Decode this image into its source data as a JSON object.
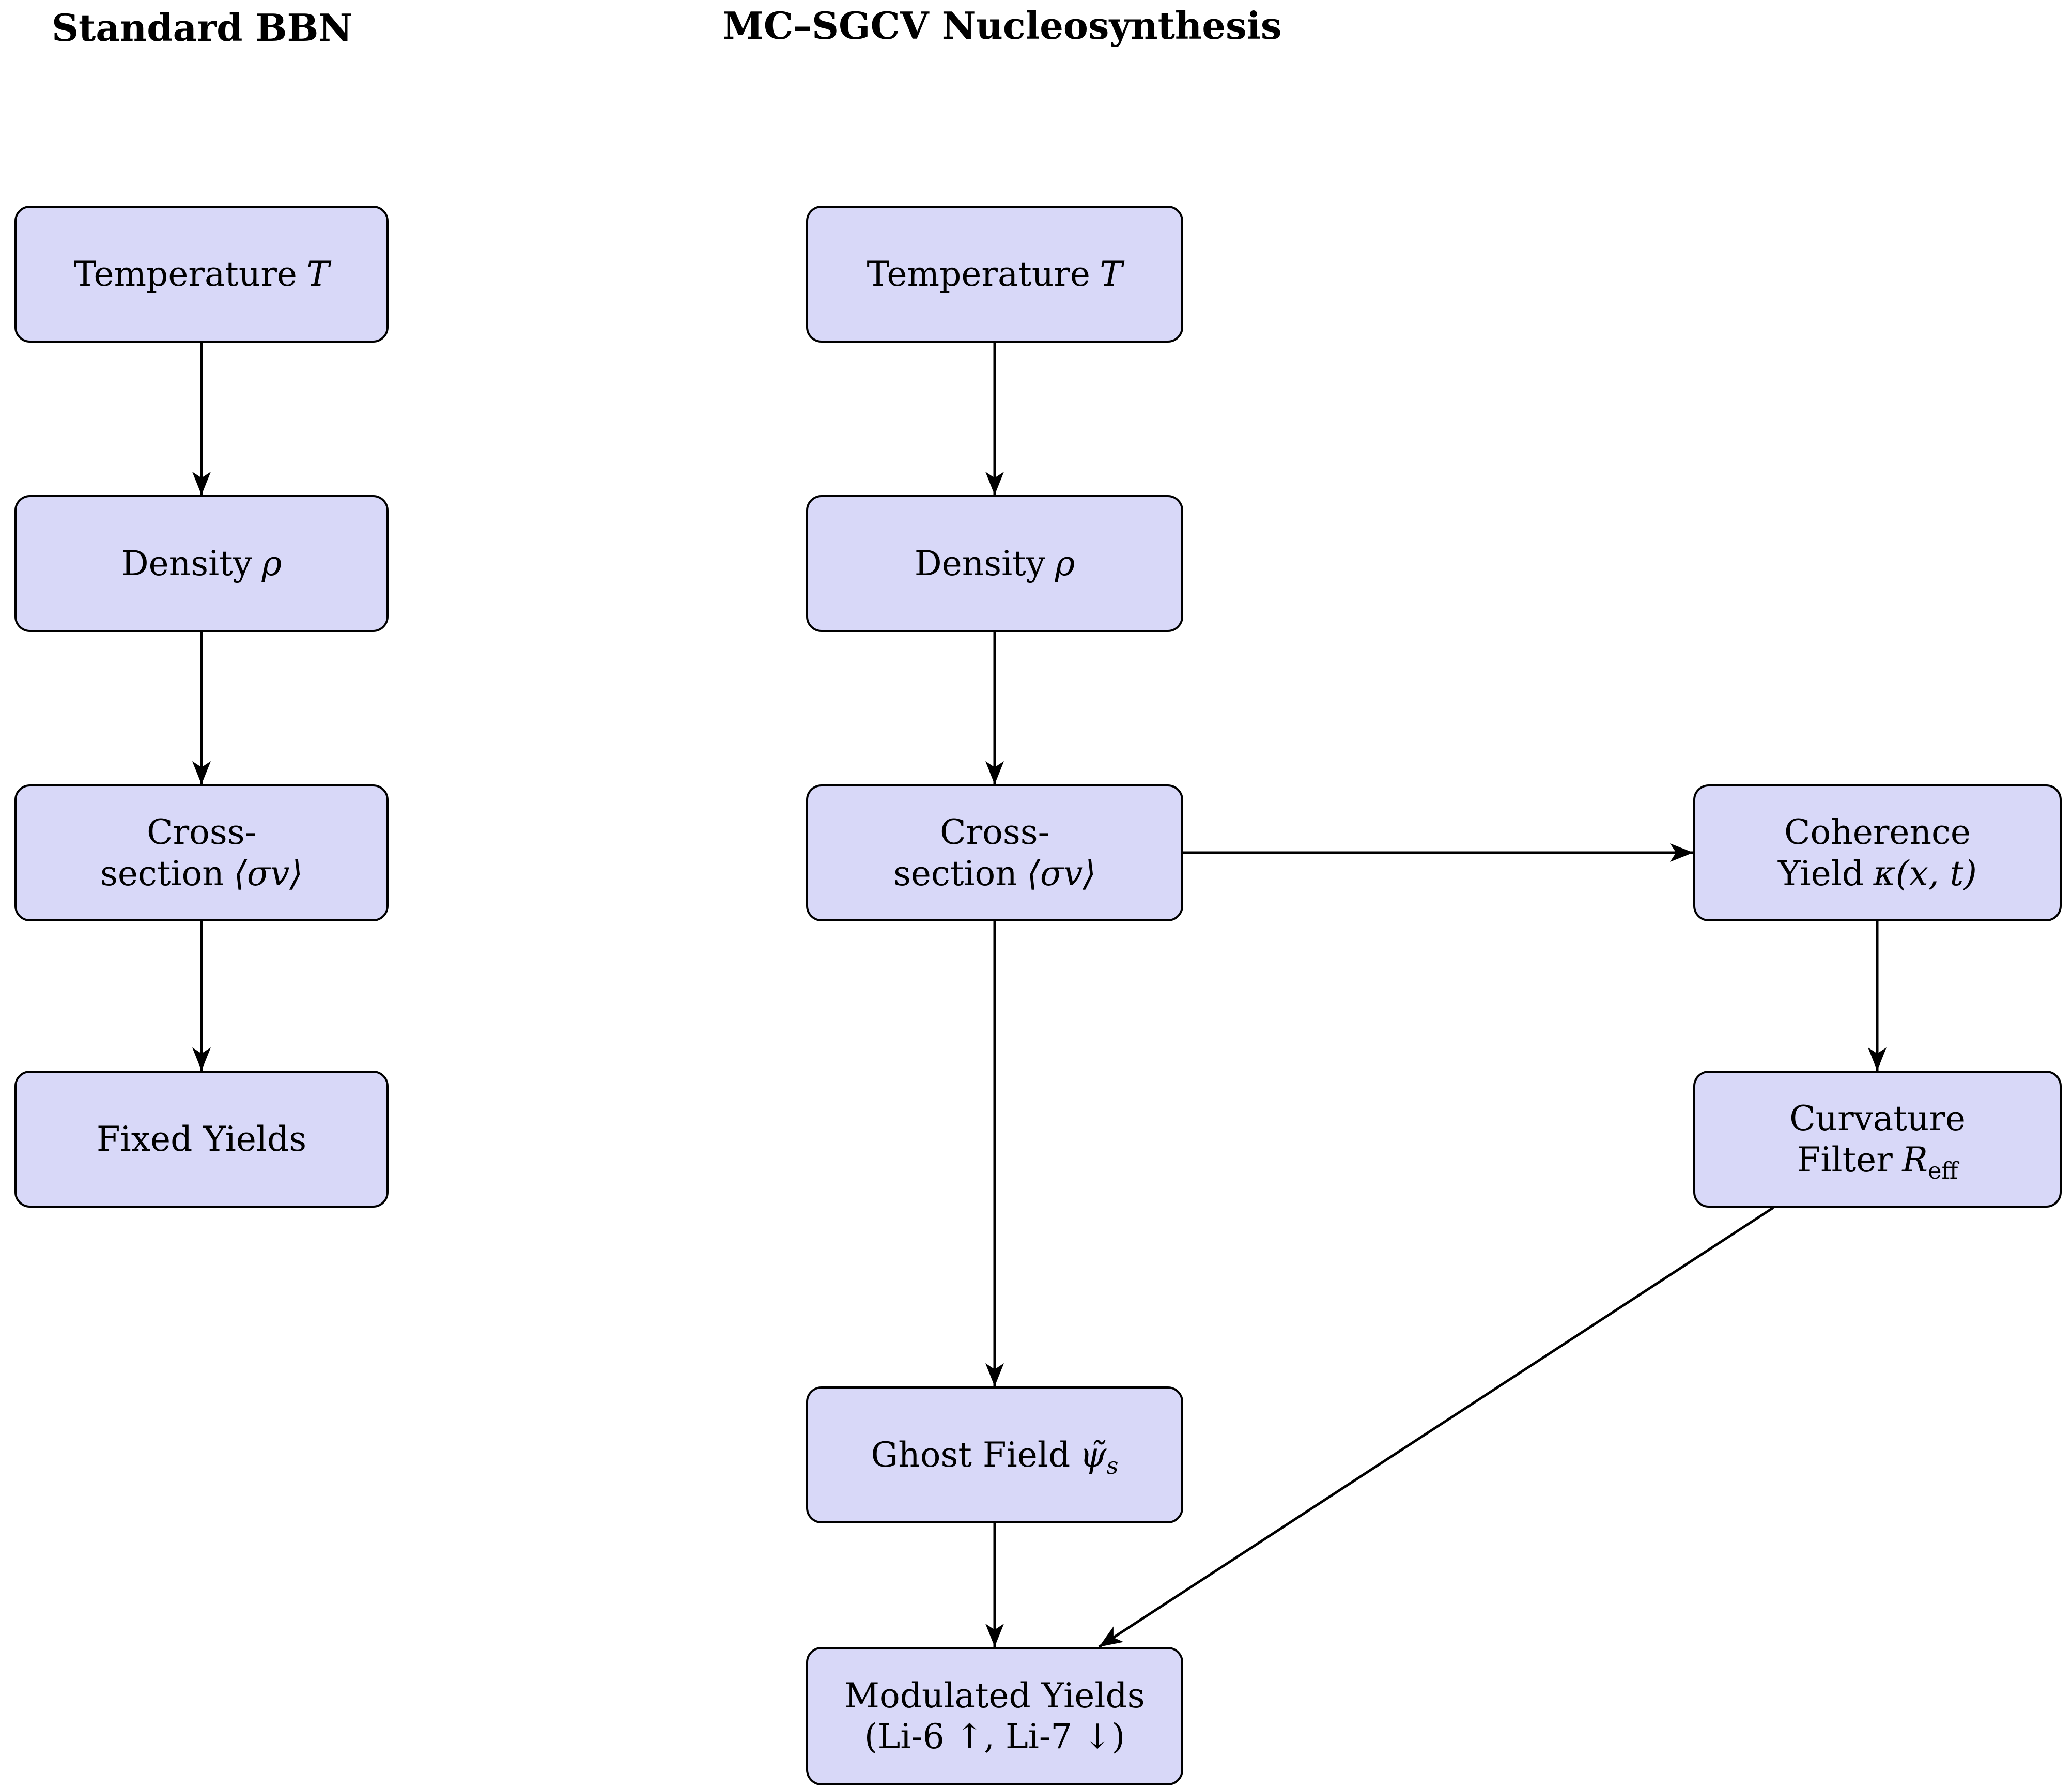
{
  "titles": {
    "standard": "Standard BBN",
    "mc_sgcv": "MC–SGCV Nucleosynthesis"
  },
  "colors": {
    "node_fill": "#d8d8f8",
    "node_border": "#000000",
    "arrow": "#000000",
    "background": "#ffffff"
  },
  "standard_bbn": {
    "temperature": {
      "text": "Temperature",
      "math": "T"
    },
    "density": {
      "text": "Density",
      "math": "ρ"
    },
    "cross_section": {
      "line1": "Cross-",
      "line2": "section",
      "math": "⟨σv⟩"
    },
    "fixed_yields": {
      "text": "Fixed Yields"
    }
  },
  "mc_sgcv": {
    "temperature": {
      "text": "Temperature",
      "math": "T"
    },
    "density": {
      "text": "Density",
      "math": "ρ"
    },
    "cross_section": {
      "line1": "Cross-",
      "line2": "section",
      "math": "⟨σv⟩"
    },
    "ghost_field": {
      "text": "Ghost Field",
      "math": "ψ̃",
      "sub": "s"
    },
    "modulated_yields": {
      "line1": "Modulated Yields",
      "line2": "(Li-6 ↑, Li-7 ↓)"
    },
    "coherence_yield": {
      "line1": "Coherence",
      "line2": "Yield",
      "math": "κ(x, t)"
    },
    "curvature_filter": {
      "line1": "Curvature",
      "line2": "Filter",
      "math": "R",
      "sub": "eff"
    }
  },
  "edges": [
    {
      "from": "std-temperature",
      "to": "std-density"
    },
    {
      "from": "std-density",
      "to": "std-cross-section"
    },
    {
      "from": "std-cross-section",
      "to": "std-fixed-yields"
    },
    {
      "from": "mc-temperature",
      "to": "mc-density"
    },
    {
      "from": "mc-density",
      "to": "mc-cross-section"
    },
    {
      "from": "mc-cross-section",
      "to": "mc-coherence-yield"
    },
    {
      "from": "mc-cross-section",
      "to": "mc-ghost-field"
    },
    {
      "from": "mc-coherence-yield",
      "to": "mc-curvature-filter"
    },
    {
      "from": "mc-ghost-field",
      "to": "mc-modulated-yields"
    },
    {
      "from": "mc-curvature-filter",
      "to": "mc-modulated-yields"
    }
  ]
}
